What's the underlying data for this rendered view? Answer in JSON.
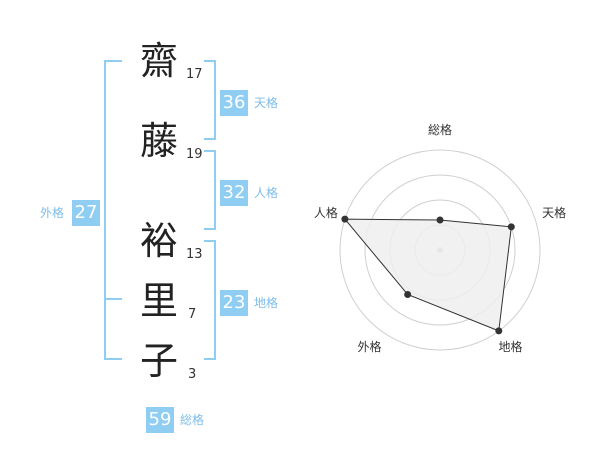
{
  "name": {
    "characters": [
      {
        "char": "齋",
        "strokes": "17"
      },
      {
        "char": "藤",
        "strokes": "19"
      },
      {
        "char": "裕",
        "strokes": "13"
      },
      {
        "char": "里",
        "strokes": "7"
      },
      {
        "char": "子",
        "strokes": "3"
      }
    ]
  },
  "fortunes": {
    "tenkaku": {
      "value": "36",
      "label": "天格"
    },
    "jinkaku": {
      "value": "32",
      "label": "人格"
    },
    "chikaku": {
      "value": "23",
      "label": "地格"
    },
    "gaikaku": {
      "value": "27",
      "label": "外格"
    },
    "soukaku": {
      "value": "59",
      "label": "総格"
    }
  },
  "chart_data": {
    "type": "radar",
    "axes": [
      "総格",
      "天格",
      "地格",
      "外格",
      "人格"
    ],
    "values": [
      0.3,
      0.75,
      1.0,
      0.55,
      1.0
    ],
    "rings": 4,
    "colors": {
      "fill": "#efefef",
      "line": "#333333",
      "grid": "#d0d0d0",
      "point": "#333333"
    }
  },
  "colors": {
    "accent": "#8fcdf3",
    "accent_text": "#7fbde8"
  }
}
